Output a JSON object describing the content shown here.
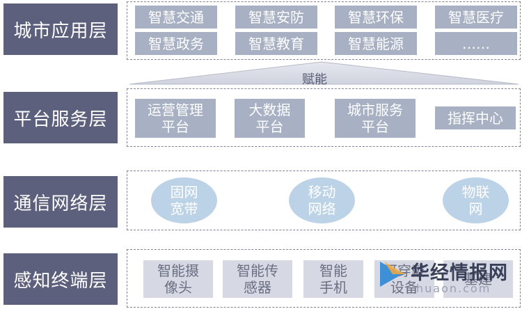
{
  "layers": {
    "application": {
      "label": "城市应用层"
    },
    "platform": {
      "label": "平台服务层"
    },
    "communication": {
      "label": "通信网络层"
    },
    "terminal": {
      "label": "感知终端层"
    }
  },
  "application_items": [
    "智慧交通",
    "智慧安防",
    "智慧环保",
    "智慧医疗",
    "智慧政务",
    "智慧教育",
    "智慧能源",
    "……"
  ],
  "enable_label": "赋能",
  "platform_items": [
    "运营管理\n平台",
    "大数据\n平台",
    "城市服务\n平台",
    "指挥中心"
  ],
  "communication_items": [
    "固网\n宽带",
    "移动\n网络",
    "物联\n网"
  ],
  "terminal_items": [
    "智能摄\n像头",
    "智能传\n感器",
    "智能\n手机",
    "可穿戴\n设备",
    "基建"
  ],
  "watermark": {
    "brand": "华经情报网",
    "domain": "huaon.com"
  },
  "colors": {
    "label_bg": "#5d607c",
    "item_bg": "#a8b0c4",
    "ellipse_bg": "#bcd3e7",
    "terminal_bg": "#d6d9e4"
  }
}
